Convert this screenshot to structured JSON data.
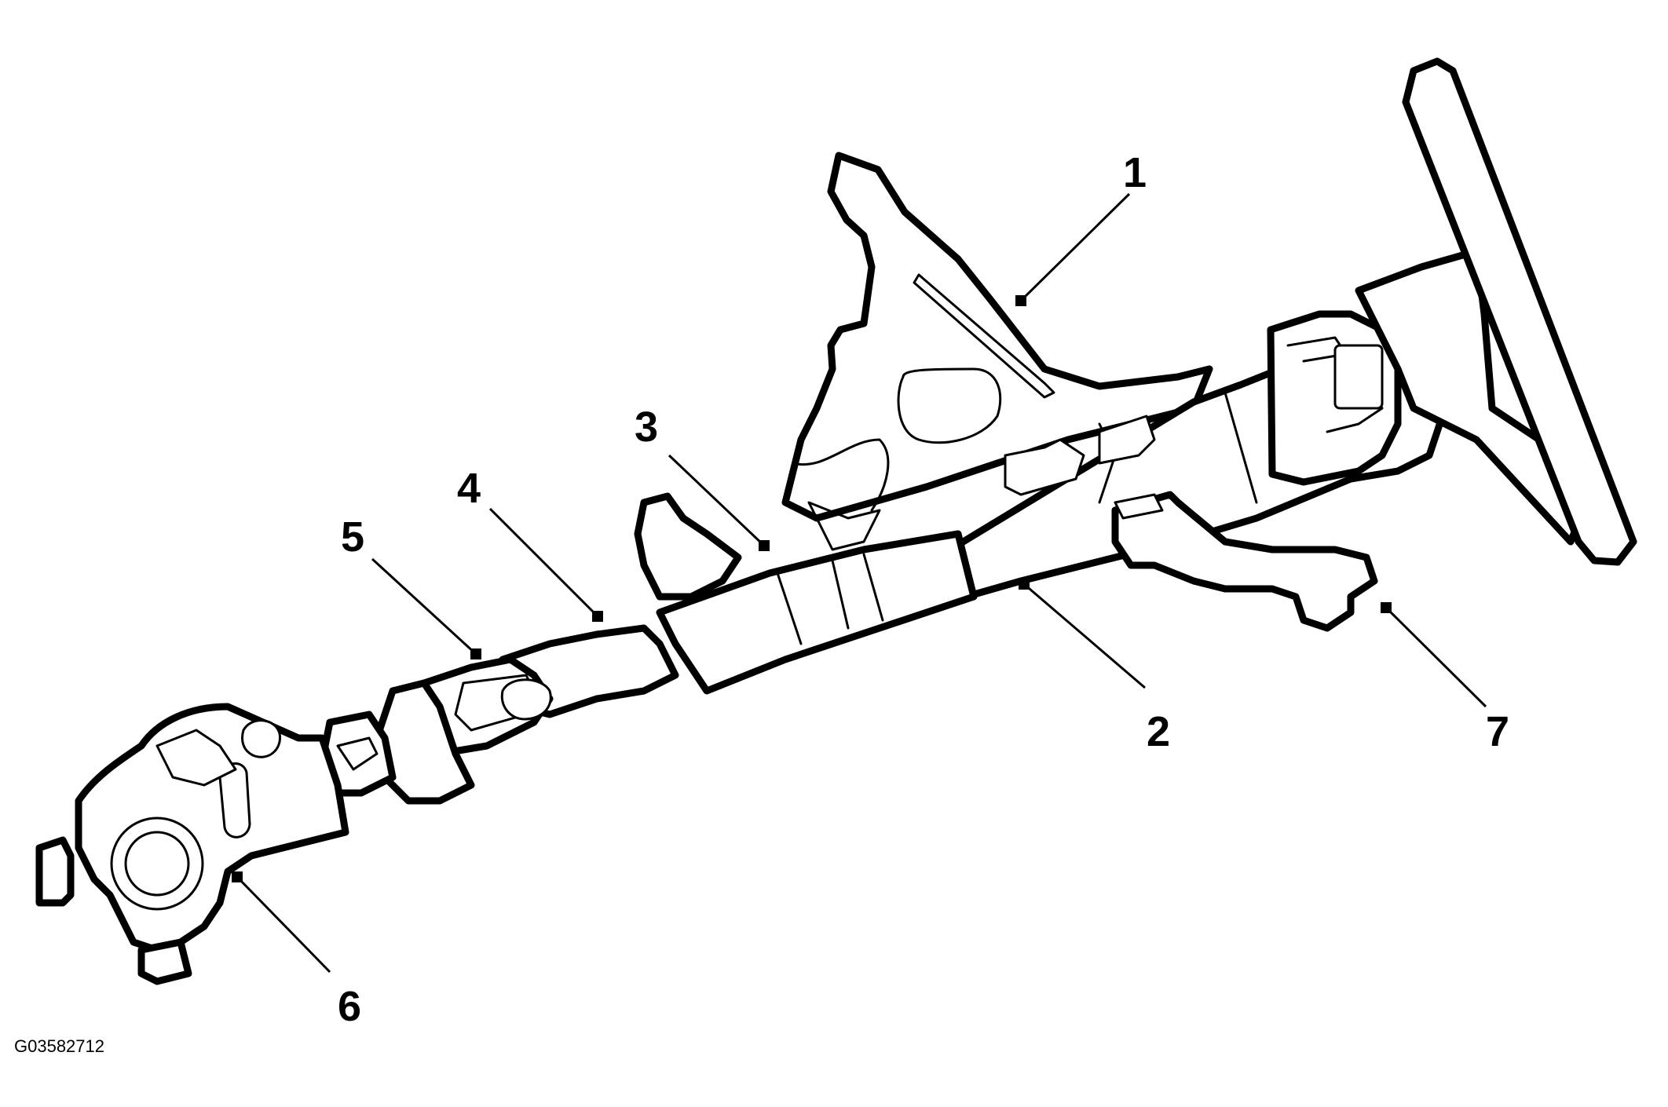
{
  "callouts": [
    {
      "id": "1",
      "label": "1"
    },
    {
      "id": "2",
      "label": "2"
    },
    {
      "id": "3",
      "label": "3"
    },
    {
      "id": "4",
      "label": "4"
    },
    {
      "id": "5",
      "label": "5"
    },
    {
      "id": "6",
      "label": "6"
    },
    {
      "id": "7",
      "label": "7"
    }
  ],
  "figure_code": "G03582712",
  "colors": {
    "line": "#000000",
    "background": "#ffffff"
  }
}
